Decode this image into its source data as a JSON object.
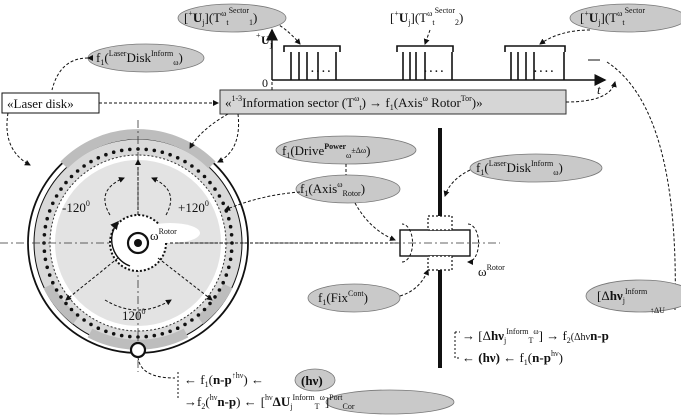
{
  "signal": {
    "callout1": {
      "pre": "[",
      "sup_plus": "+",
      "bold": "U",
      "sub": "j",
      "mid": "](T",
      "sup_omega": "ω",
      "sub_t": "t",
      "sup_sector": "Sector",
      "sub_n": "1",
      "post": ")"
    },
    "callout2": {
      "pre": "[",
      "sup_plus": "+",
      "bold": "U",
      "sub": "j",
      "mid": "](T",
      "sup_omega": "ω",
      "sub_t": "t",
      "sup_sector": "Sector",
      "sub_n": "2",
      "post": ")"
    },
    "callout3": {
      "pre": "[",
      "sup_plus": "+",
      "bold": "U",
      "sub": "j",
      "mid": "](T",
      "sup_omega": "ω",
      "sub_t": "t",
      "sup_sector": "Sector",
      "post": ""
    },
    "y_axis": {
      "sup": "+",
      "bold": "U",
      "sub": "j"
    },
    "x_axis": "t",
    "origin": "0",
    "dots": ". . . ."
  },
  "boxes": {
    "laser_disk": "«Laser disk»",
    "info_sector": {
      "pre": "«",
      "sup": "1-3",
      "main": "Information sector (T",
      "sup_omega": "ω",
      "sub_t": "t",
      "arrow": ") → f",
      "sub1": "1",
      "axis": "(Axis",
      "sup_omega2": "ω",
      "rotor": " Rotor",
      "sup_tor": "Tor",
      "post": ")»"
    }
  },
  "ellipses": {
    "f1_laser_top": {
      "f": "f",
      "sub1": "1",
      "open": "(",
      "sup": "Laser",
      "main": "Disk",
      "sup2": "Inform",
      "sub": "ω",
      "close": ")"
    },
    "f1_drive": {
      "f": "f",
      "sub1": "1",
      "open": "(Drive",
      "sup": "Power",
      "sub": "ω",
      "sup2": "±Δω",
      "close": ")"
    },
    "f1_laser_right": {
      "f": "f",
      "sub1": "1",
      "open": "(",
      "sup": "Laser",
      "main": "Disk",
      "sup2": "Inform",
      "sub": "ω",
      "close": ")"
    },
    "f1_axis": {
      "f": "f",
      "sub1": "1",
      "open": "(Axis",
      "sup": "ω",
      "sub": "Rotor",
      "close": ")"
    },
    "f1_fix": {
      "f": "f",
      "sub1": "1",
      "open": "(Fix",
      "sup": "Cont",
      "close": ")"
    },
    "hv_bottom": "(hν)"
  },
  "disk": {
    "angle_left": "-120",
    "angle_right": "+120",
    "angle_bottom": "120",
    "deg": "0",
    "omega": "ω",
    "rotor": "Rotor"
  },
  "rotor_label": {
    "omega": "ω",
    "sup": "Rotor"
  },
  "right_bottom": {
    "line1_a": "→ [Δ",
    "line1_b": "hν",
    "line1_c": "j",
    "line1_d": "Inform",
    "line1_e": "T",
    "line1_f": "ω",
    "line1_g": "] → f",
    "line1_h": "2",
    "line1_i": "(Δhν",
    "line1_j": "n-p",
    "line2_a": "← ",
    "line2_b": "(hν)",
    "line2_c": " ← f",
    "line2_d": "1",
    "line2_e": "(",
    "line2_f": "n-p",
    "line2_g": "hν",
    "line2_h": ")"
  },
  "right_edge": {
    "a": "[Δ",
    "b": "hν",
    "c": "j",
    "d": "Inform",
    "e": "↑ΔU"
  },
  "bottom_formula": {
    "l1_a": "← f",
    "l1_b": "1",
    "l1_c": "(",
    "l1_d": "n-p",
    "l1_e": "↑hν",
    "l1_f": ")  ←",
    "l2_a": "→f",
    "l2_b": "2",
    "l2_c": "(",
    "l2_d": "hν",
    "l2_e": "n-p",
    "l2_f": ")  ←",
    "l2_box": "[",
    "l2_g": "hν",
    "l2_h": "ΔU",
    "l2_i": "j",
    "l2_j": "Inform",
    "l2_k": "T",
    "l2_l": "ω",
    "l2_m": "]",
    "l2_n": "Port",
    "l2_o": "Cor"
  },
  "colors": {
    "ellipse_fill": "#c9c9c9",
    "disk_fill": "#d9d9d9",
    "track_fill": "#bdbdbd",
    "box_fill": "#d6d6d6"
  }
}
